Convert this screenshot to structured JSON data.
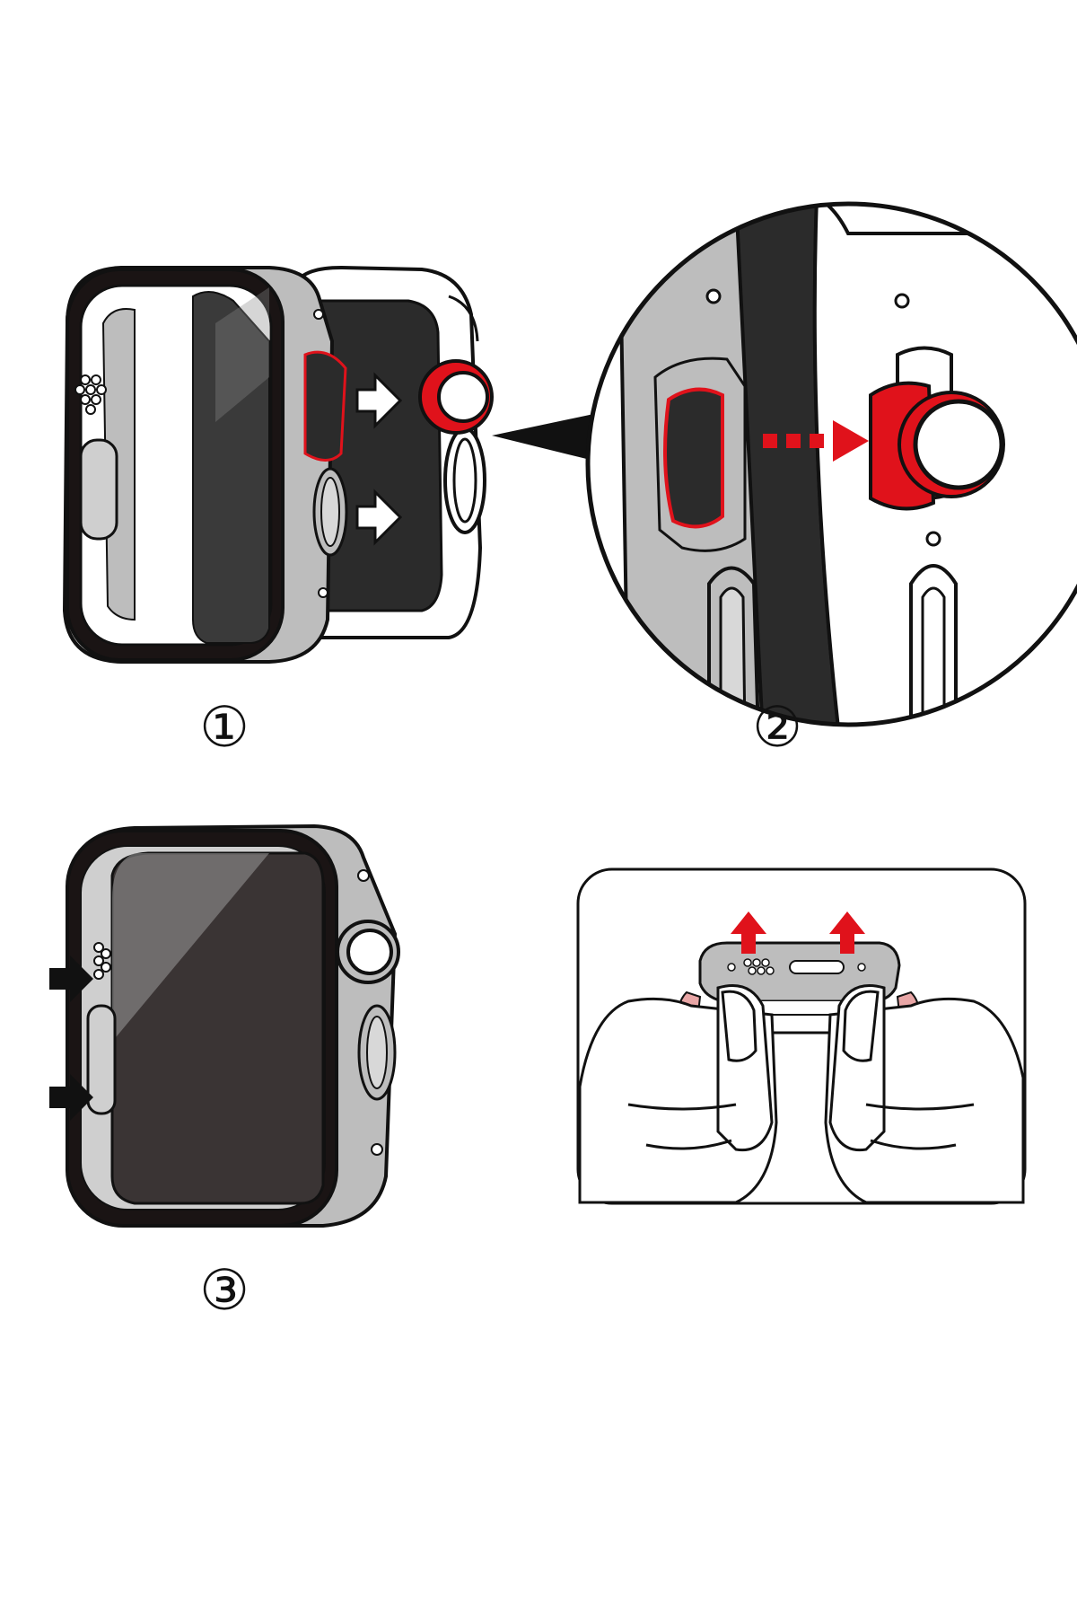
{
  "steps": [
    {
      "id": 1,
      "label": "①"
    },
    {
      "id": 2,
      "label": "②"
    },
    {
      "id": 3,
      "label": "③"
    }
  ],
  "colors": {
    "ink": "#111111",
    "frame_gray": "#bdbdbd",
    "dark_glass": "#2b2b2b",
    "accent_red": "#e0121b",
    "paper": "#ffffff"
  },
  "icons": {
    "push_arrow": "right-arrow-icon",
    "lift_arrow": "up-arrow-icon",
    "dotted_arrow": "dotted-arrow-icon"
  }
}
